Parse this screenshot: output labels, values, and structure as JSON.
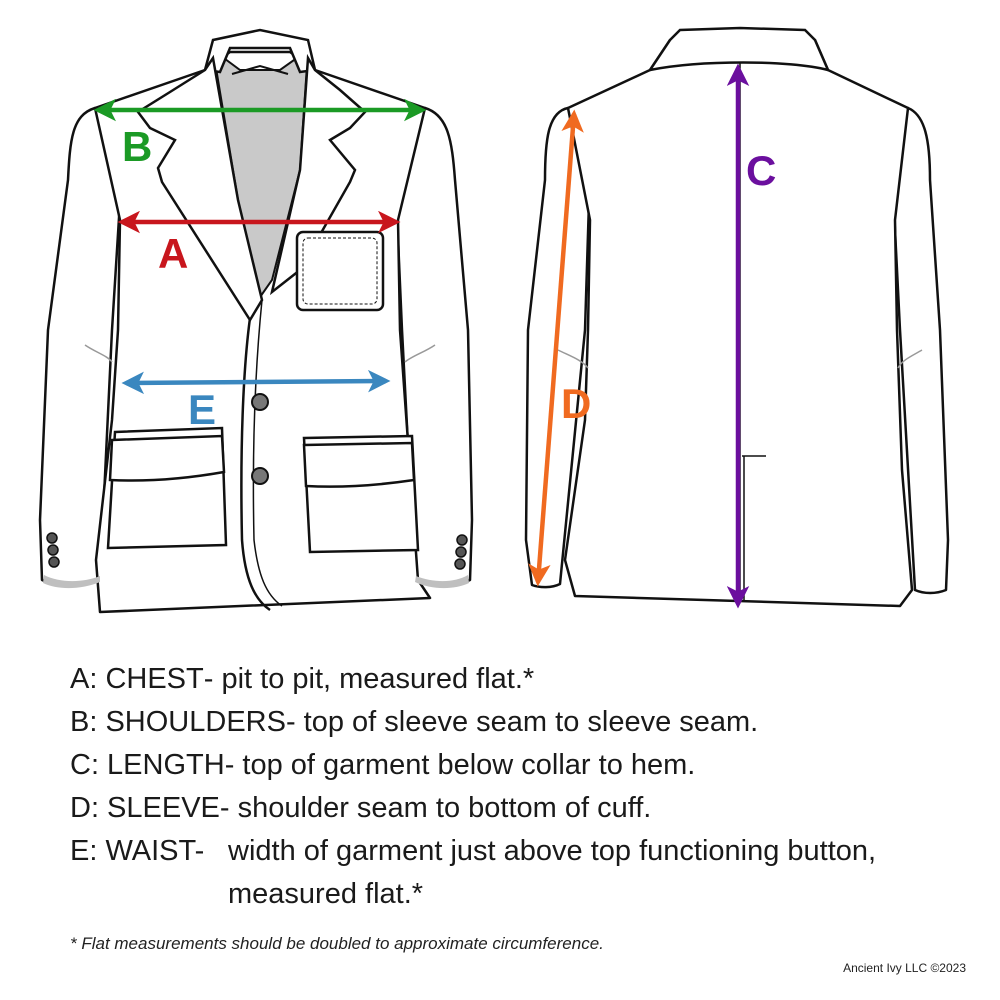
{
  "colors": {
    "chest": "#c8161d",
    "shoulders": "#1b9a25",
    "length": "#6b0f9e",
    "sleeve": "#f06a20",
    "waist": "#3a87bf",
    "outline": "#111111",
    "shade": "#c9c9c9"
  },
  "labels": {
    "a": "A",
    "b": "B",
    "c": "C",
    "d": "D",
    "e": "E"
  },
  "legend": [
    {
      "key": "A: CHEST",
      "desc": " - pit to pit, measured flat.*"
    },
    {
      "key": "B: SHOULDERS",
      "desc": " - top of sleeve seam to sleeve seam."
    },
    {
      "key": "C: LENGTH",
      "desc": " - top of garment below collar to hem."
    },
    {
      "key": "D: SLEEVE",
      "desc": " - shoulder seam to bottom of cuff."
    },
    {
      "key": "E: WAIST-",
      "desc": "width of garment just above top functioning button, measured flat.*"
    }
  ],
  "footnote": "* Flat measurements should be doubled to approximate circumference.",
  "copyright": "Ancient Ivy LLC ©2023"
}
